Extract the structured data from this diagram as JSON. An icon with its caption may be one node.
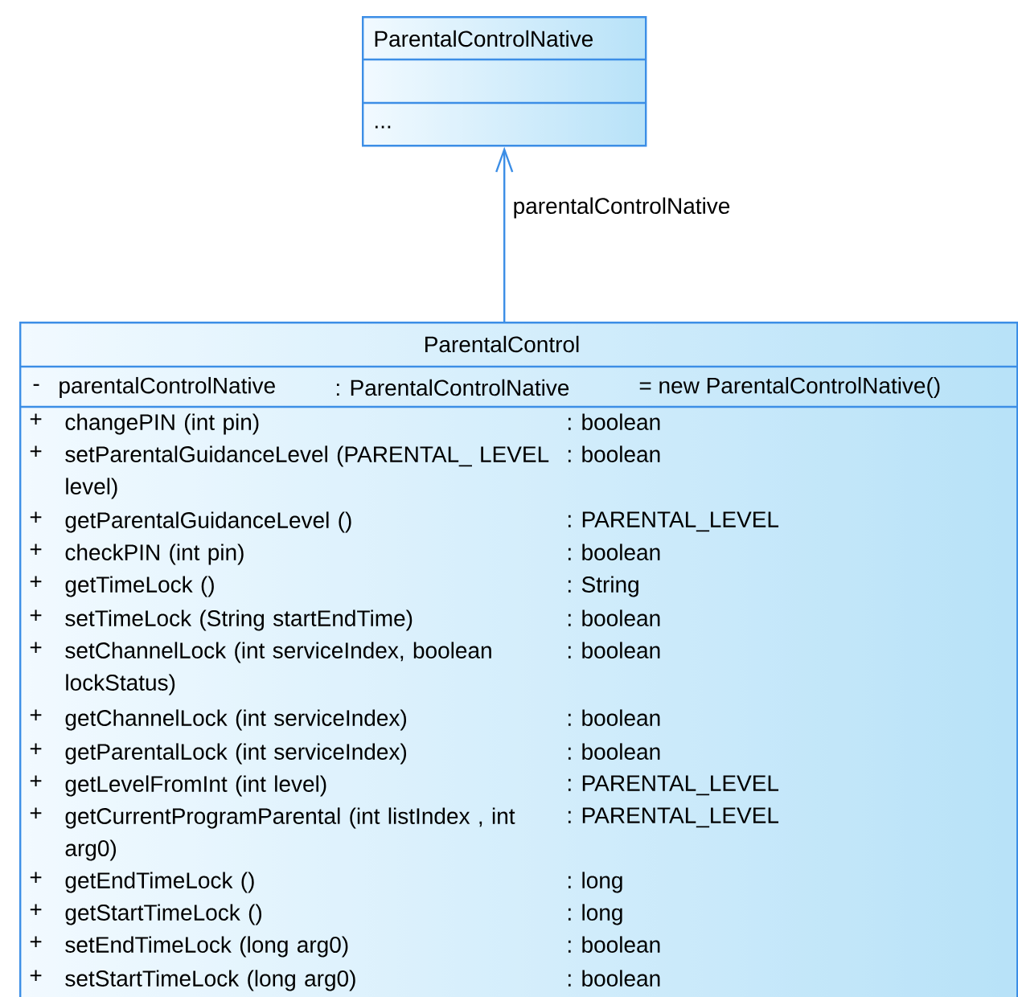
{
  "diagram": {
    "nodes": [
      {
        "text": [
          "ParentalControlNative",
          "..."
        ]
      },
      {
        "text": [
          "ParentalControl",
          "-",
          "parentalControlNative",
          ": ParentalControlNative",
          "= new ParentalControlNative()",
          "+",
          "changePIN (int pin)",
          ": boolean",
          "+",
          "setParentalGuidanceLevel (PARENTAL_ LEVEL level)",
          ": boolean",
          "+",
          "getParentalGuidanceLevel ()",
          ": PARENTAL_LEVEL",
          "+",
          "checkPIN (int pin)",
          ": boolean",
          "+",
          "getTimeLock ()",
          ": String",
          "+",
          "setTimeLock (String startEndTime)",
          ": boolean",
          "+",
          "setChannelLock (int serviceIndex, boolean lockStatus)",
          ": boolean",
          "+",
          "getChannelLock (int serviceIndex)",
          ": boolean",
          "+",
          "getParentalLock (int serviceIndex)",
          ": boolean",
          "+",
          "getLevelFromInt (int level)",
          ": PARENTAL_LEVEL",
          "+",
          "getCurrentProgramParental (int listIndex , int arg0)",
          ": PARENTAL_LEVEL",
          "+",
          "getEndTimeLock ()",
          ": long",
          "+",
          "getStartTimeLock ()",
          ": long",
          "+",
          "setEndTimeLock (long arg0)",
          ": boolean",
          "+",
          "setStartTimeLock (long arg0)",
          ": boolean"
        ]
      }
    ],
    "edges": [
      {
        "from": 1,
        "to": 0,
        "arrow": "to",
        "label": "parentalControlNative"
      }
    ]
  }
}
